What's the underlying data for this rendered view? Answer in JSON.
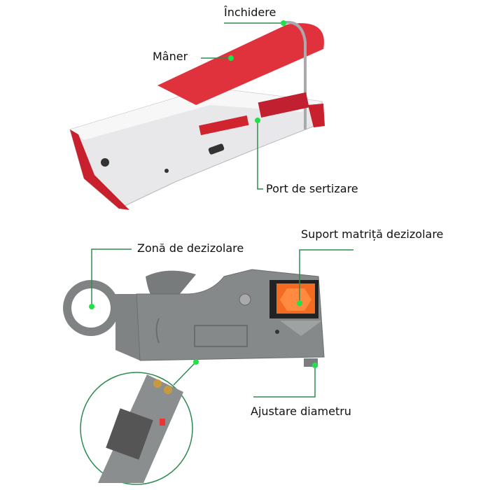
{
  "labels": {
    "closure": "Închidere",
    "handle": "Mâner",
    "crimp_port": "Port de sertizare",
    "stripping_zone": "Zonă de dezizolare",
    "die_holder": "Suport matriță dezizolare",
    "diameter_adjust": "Ajustare diametru"
  },
  "colors": {
    "leader_line": "#2e8b4f",
    "marker_dot": "#22e04a",
    "handle_red": "#e0323c",
    "stripper_gray": "#7f8383",
    "die_orange": "#f26b21"
  }
}
